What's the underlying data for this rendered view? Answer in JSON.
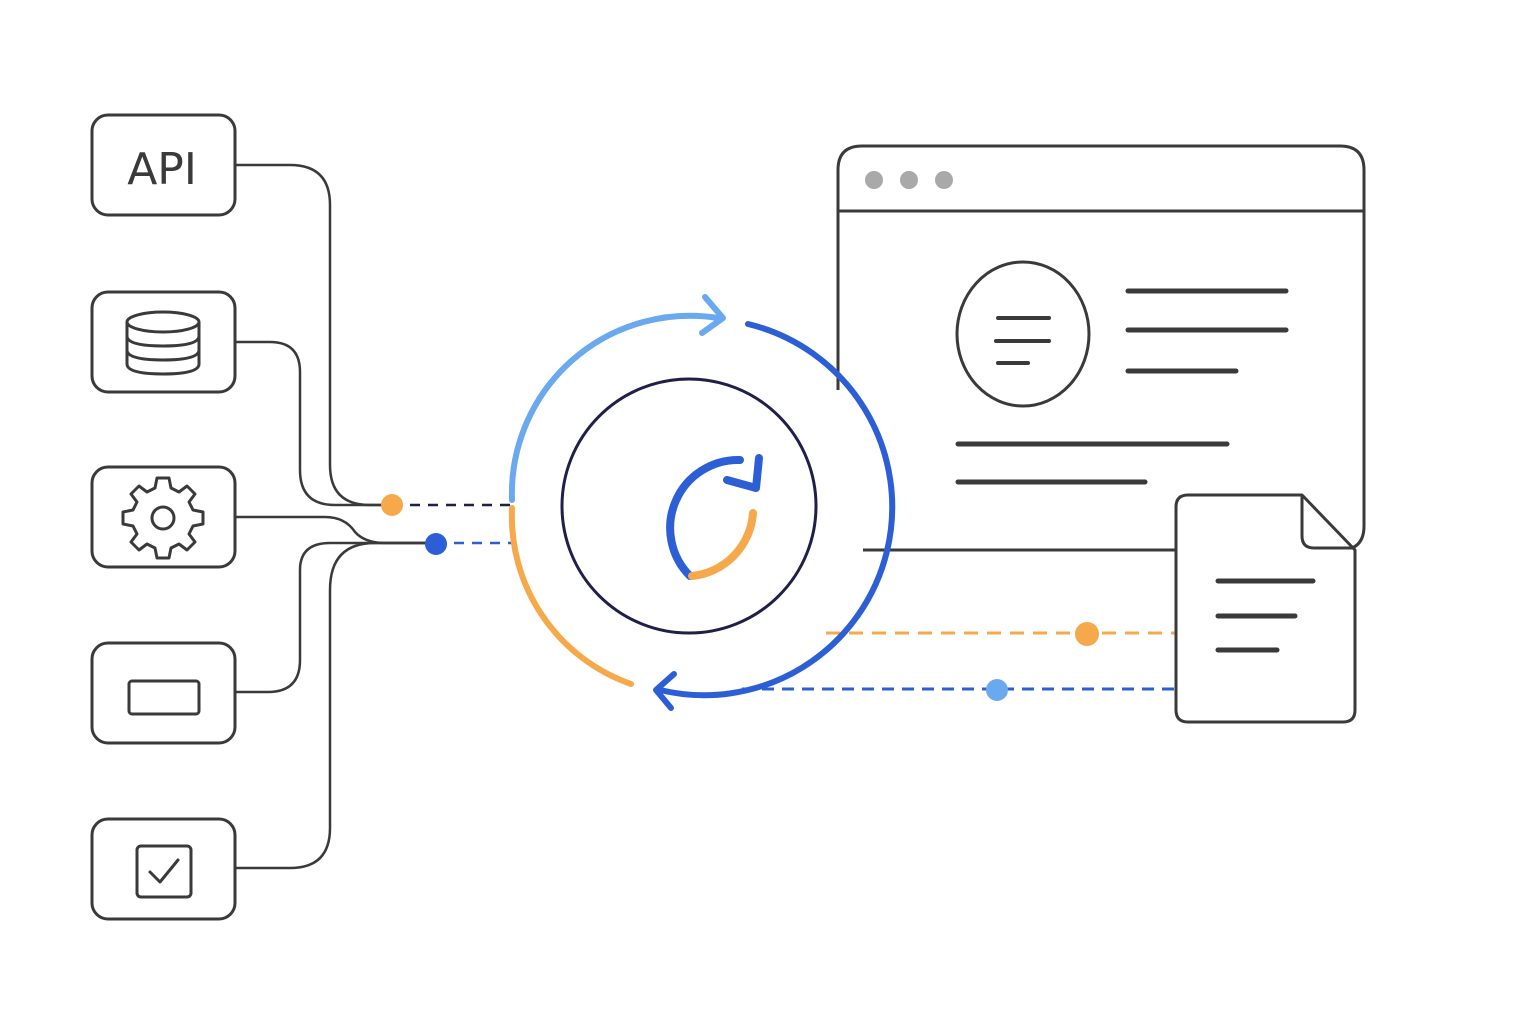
{
  "sources": [
    {
      "id": "api",
      "label": "API",
      "icon": "api-text-icon"
    },
    {
      "id": "database",
      "icon": "database-icon"
    },
    {
      "id": "settings",
      "icon": "gear-icon"
    },
    {
      "id": "window",
      "icon": "rectangle-icon"
    },
    {
      "id": "task",
      "icon": "checkbox-icon"
    }
  ],
  "sync_hub": {
    "icon": "sync-cycle-icon",
    "inner_icon": "refresh-icon"
  },
  "target_window": {
    "controls": 3,
    "icon": "browser-window-icon",
    "avatar_icon": "text-lines-icon"
  },
  "document": {
    "icon": "document-icon"
  },
  "colors": {
    "stroke": "#3a3a3a",
    "navy": "#1f1f4a",
    "blue": "#2c5fd6",
    "light_blue": "#6aa9f0",
    "orange": "#f5a94b",
    "window_controls": "#a9a9a9"
  }
}
